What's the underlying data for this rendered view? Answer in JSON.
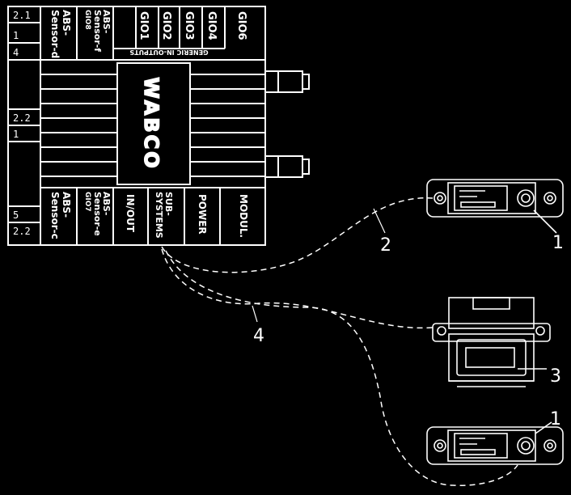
{
  "colors": {
    "background": "#000000",
    "stroke": "#ffffff"
  },
  "modulator": {
    "brand": "WABCO",
    "top_ports": [
      "GIO6",
      "GIO4",
      "GIO3",
      "GIO2",
      "GIO1"
    ],
    "top_group_caption": "GENERIC IN-OUTPUTS",
    "sensor_f": [
      "ABS-",
      "Sensor-f",
      "GIO8"
    ],
    "sensor_d": [
      "ABS-",
      "Sensor-d"
    ],
    "bottom_ports": [
      "MODUL.",
      "POWER",
      "SUB-",
      "SYSTEMS",
      "IN/OUT"
    ],
    "sensor_e": [
      "ABS-",
      "Sensor-e",
      "GIO7"
    ],
    "sensor_c": [
      "ABS-",
      "Sensor-c"
    ],
    "pin_labels_top": [
      "2.1",
      "1",
      "4"
    ],
    "pin_labels_mid": [
      "2.2",
      "1"
    ],
    "pin_labels_bottom": [
      "5",
      "2.2"
    ]
  },
  "callouts": {
    "c1a": "1",
    "c2": "2",
    "c3": "3",
    "c4": "4",
    "c1b": "1"
  }
}
